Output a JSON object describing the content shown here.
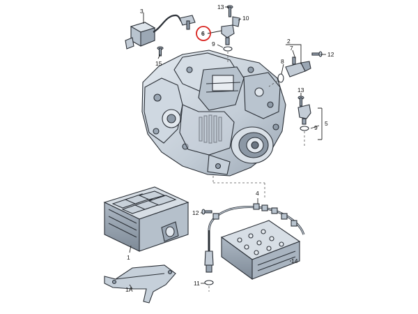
{
  "diagram": {
    "callouts": {
      "c1": "1",
      "c1a": "1A",
      "c2": "2",
      "c3": "3",
      "c4": "4",
      "c5": "5",
      "c6": "6",
      "c7": "7",
      "c8": "8",
      "c9a": "9",
      "c9b": "9",
      "c10": "10",
      "c11": "11",
      "c12a": "12",
      "c12b": "12",
      "c13a": "13",
      "c13b": "13",
      "c14": "14",
      "c15": "15"
    },
    "highlighted_callout": "6",
    "highlight_color": "#d9231f",
    "part_fill": "#c4ced8",
    "part_edge": "#2a2f36"
  }
}
